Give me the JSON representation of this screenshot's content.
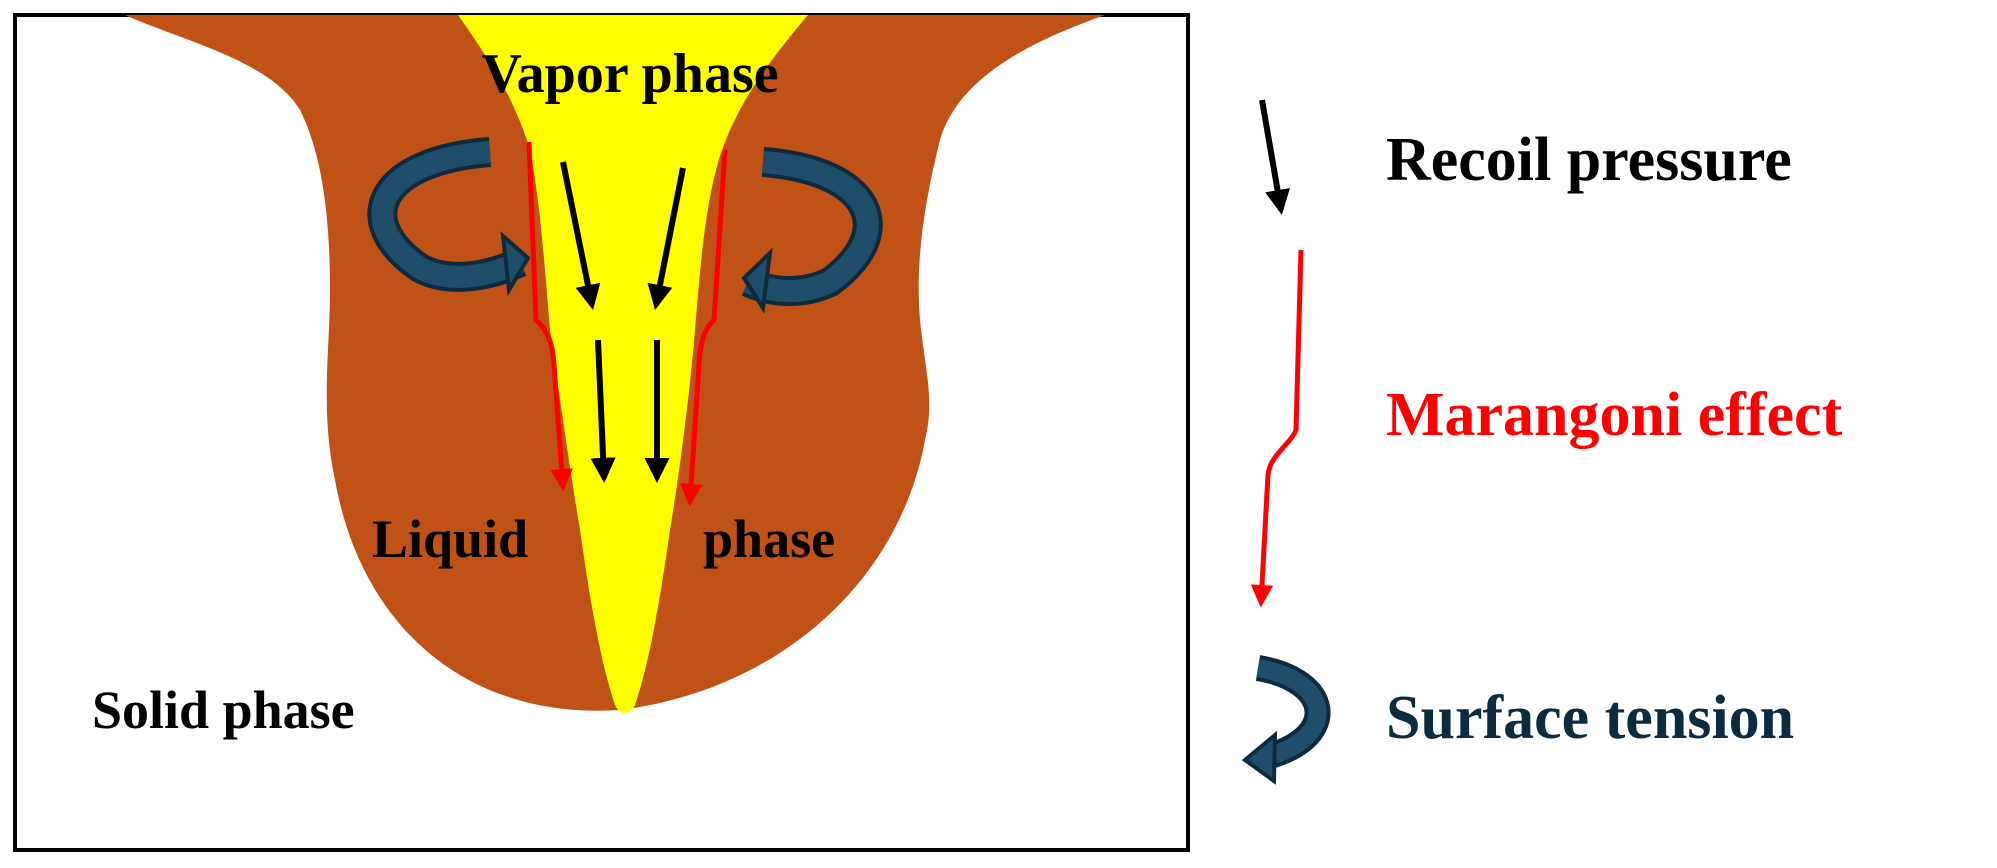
{
  "labels": {
    "vapor": "Vapor phase",
    "liquid_left": "Liquid",
    "liquid_right": "phase",
    "solid": "Solid phase"
  },
  "legend": {
    "recoil": "Recoil pressure",
    "marangoni": "Marangoni effect",
    "surface_tension": "Surface tension"
  },
  "colors": {
    "melt_pool": "#c05117",
    "keyhole": "#ffff00",
    "marangoni": "#ff0000",
    "recoil": "#000000",
    "surface_tension": "#1f4e6b",
    "surface_tension_text": "#0d2b3e",
    "frame": "#000000"
  },
  "icons": {
    "recoil": "down-arrow-icon",
    "marangoni": "long-down-arrow-icon",
    "surface_tension": "curved-arrow-icon"
  }
}
